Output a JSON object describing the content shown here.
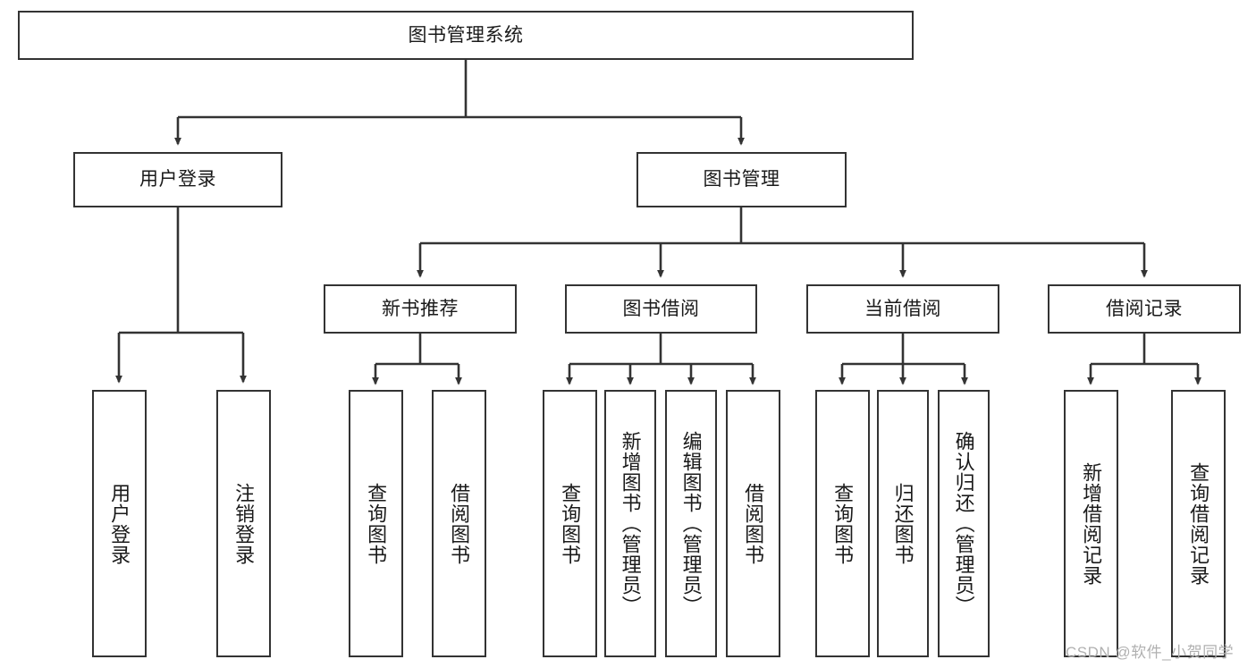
{
  "diagram": {
    "type": "tree-hierarchy-chart",
    "title": "图书管理系统",
    "stroke_color": "#333333",
    "fill_color": "#ffffff",
    "text_color": "#1a1a1a",
    "levels": {
      "level1": {
        "root_label": "图书管理系统"
      },
      "level2": [
        {
          "label": "用户登录"
        },
        {
          "label": "图书管理"
        }
      ],
      "level3": [
        {
          "label": "新书推荐"
        },
        {
          "label": "图书借阅"
        },
        {
          "label": "当前借阅"
        },
        {
          "label": "借阅记录"
        }
      ],
      "level4": {
        "user_login_children": [
          {
            "label": "用户登录"
          },
          {
            "label": "注销登录"
          }
        ],
        "new_book_children": [
          {
            "label": "查询图书"
          },
          {
            "label": "借阅图书"
          }
        ],
        "book_borrow_children": [
          {
            "label": "查询图书"
          },
          {
            "label": "新增图书（管理员）"
          },
          {
            "label": "编辑图书（管理员）"
          },
          {
            "label": "借阅图书"
          }
        ],
        "current_borrow_children": [
          {
            "label": "查询图书"
          },
          {
            "label": "归还图书"
          },
          {
            "label": "确认归还（管理员）"
          }
        ],
        "borrow_record_children": [
          {
            "label": "新增借阅记录"
          },
          {
            "label": "查询借阅记录"
          }
        ]
      }
    }
  },
  "watermark": {
    "text": "CSDN @软件_小贺同学"
  }
}
